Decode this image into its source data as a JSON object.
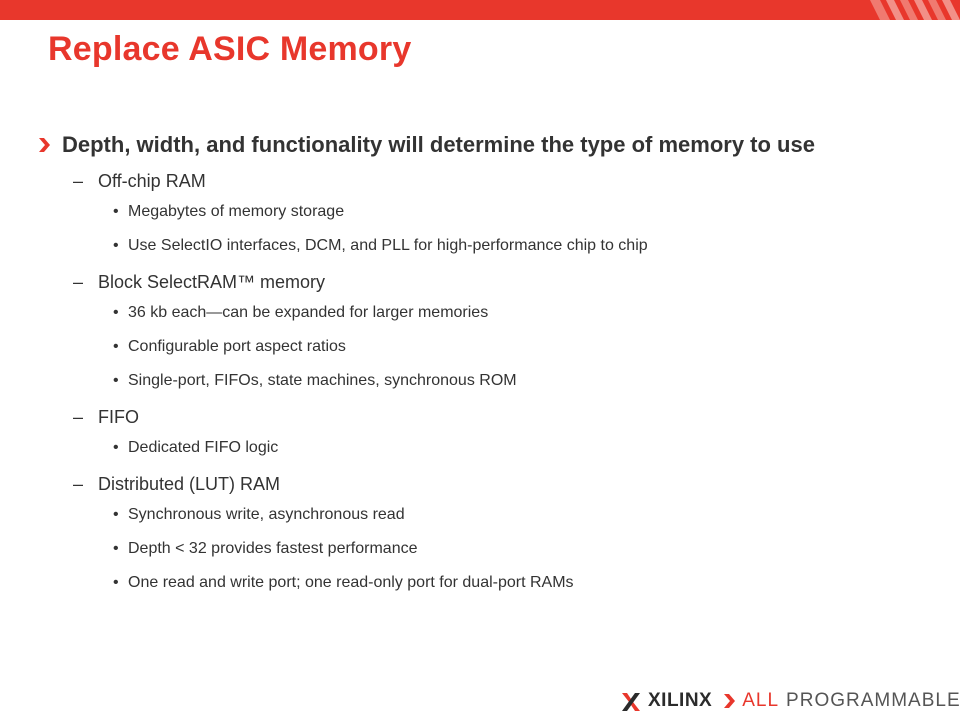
{
  "colors": {
    "brand_red": "#e8372c",
    "text": "#333333"
  },
  "title": "Replace ASIC Memory",
  "main_point": "Depth, width, and functionality will determine the type of memory to use",
  "sections": [
    {
      "heading": "Off-chip RAM",
      "items": [
        "Megabytes of memory storage",
        "Use SelectIO interfaces, DCM, and PLL for high-performance chip to chip"
      ]
    },
    {
      "heading": "Block SelectRAM™ memory",
      "items": [
        "36 kb each—can be expanded for larger memories",
        "Configurable port aspect ratios",
        "Single-port, FIFOs, state machines, synchronous ROM"
      ]
    },
    {
      "heading": "FIFO",
      "items": [
        "Dedicated FIFO logic"
      ]
    },
    {
      "heading": "Distributed (LUT) RAM",
      "items": [
        "Synchronous write, asynchronous read",
        "Depth < 32 provides fastest performance",
        "One read and write port; one read-only port for dual-port RAMs"
      ]
    }
  ],
  "footer": {
    "brand": "XILINX",
    "tagline_a": "ALL",
    "tagline_b": "PROGRAMMABLE."
  },
  "icons": {
    "top_decor": "diagonal-stripes-icon",
    "bullet_l1": "chevron-right-icon",
    "logo": "xilinx-logo-icon",
    "footer_arrow": "arrow-right-icon"
  }
}
